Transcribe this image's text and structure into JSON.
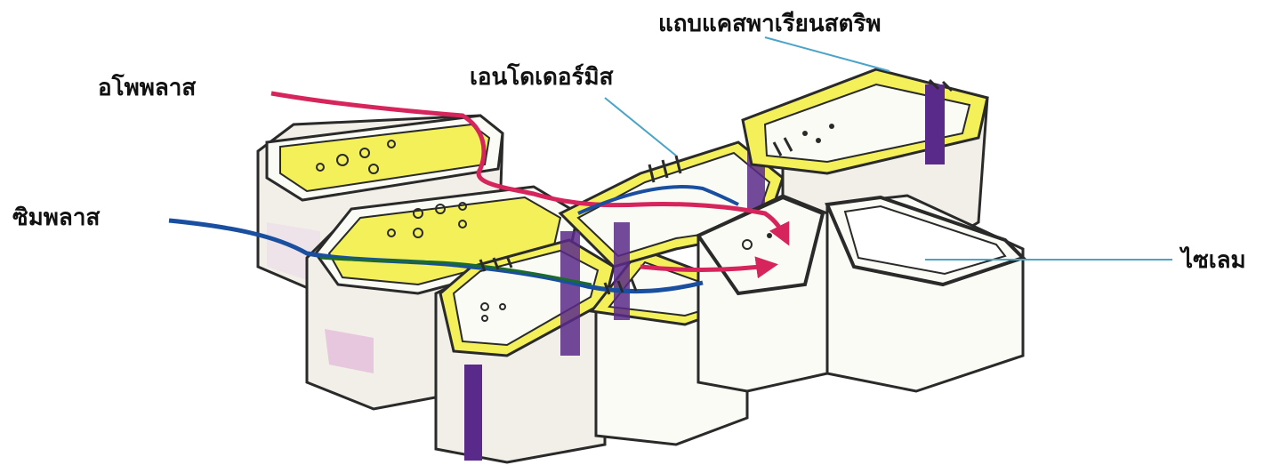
{
  "diagram": {
    "labels": {
      "casparian_strip": "แถบแคสพาเรียนสตริพ",
      "endodermis": "เอนโดเดอร์มิส",
      "apoplast": "อโพพลาส",
      "symplast": "ซิมพลาส",
      "xylem": "ไซเลม"
    },
    "colors": {
      "cell_fill": "#fbfbf6",
      "cell_side": "#f2efe8",
      "cytoplasm": "#f3f05a",
      "outline": "#2a2a2a",
      "casparian_band": "#5a2a8a",
      "apoplast_path": "#d6245c",
      "symplast_path": "#1a4fa0",
      "symplast_path_dark": "#1b6b2a",
      "leader_line": "#4aa3c8"
    }
  }
}
